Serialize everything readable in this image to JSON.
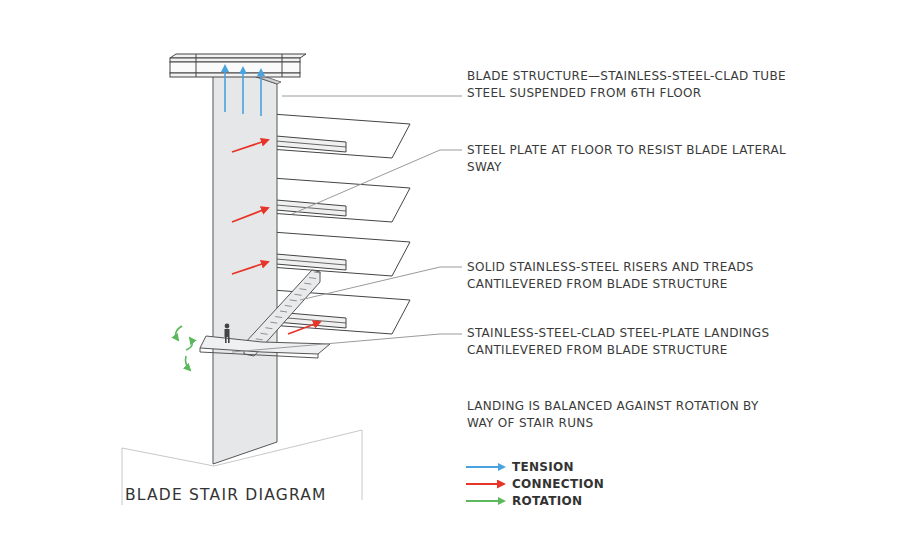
{
  "diagram": {
    "title": "BLADE STAIR DIAGRAM",
    "labels": [
      "BLADE STRUCTURE—STAINLESS-STEEL-CLAD TUBE STEEL SUSPENDED FROM 6TH FLOOR",
      "STEEL PLATE AT FLOOR TO RESIST BLADE LATERAL SWAY",
      "SOLID STAINLESS-STEEL RISERS AND TREADS CANTILEVERED FROM BLADE STRUCTURE",
      "STAINLESS-STEEL-CLAD STEEL-PLATE LANDINGS CANTILEVERED FROM BLADE STRUCTURE",
      "LANDING IS BALANCED AGAINST ROTATION BY WAY OF STAIR RUNS"
    ],
    "legend": [
      {
        "text": "TENSION"
      },
      {
        "text": "CONNECTION"
      },
      {
        "text": "ROTATION"
      }
    ]
  }
}
